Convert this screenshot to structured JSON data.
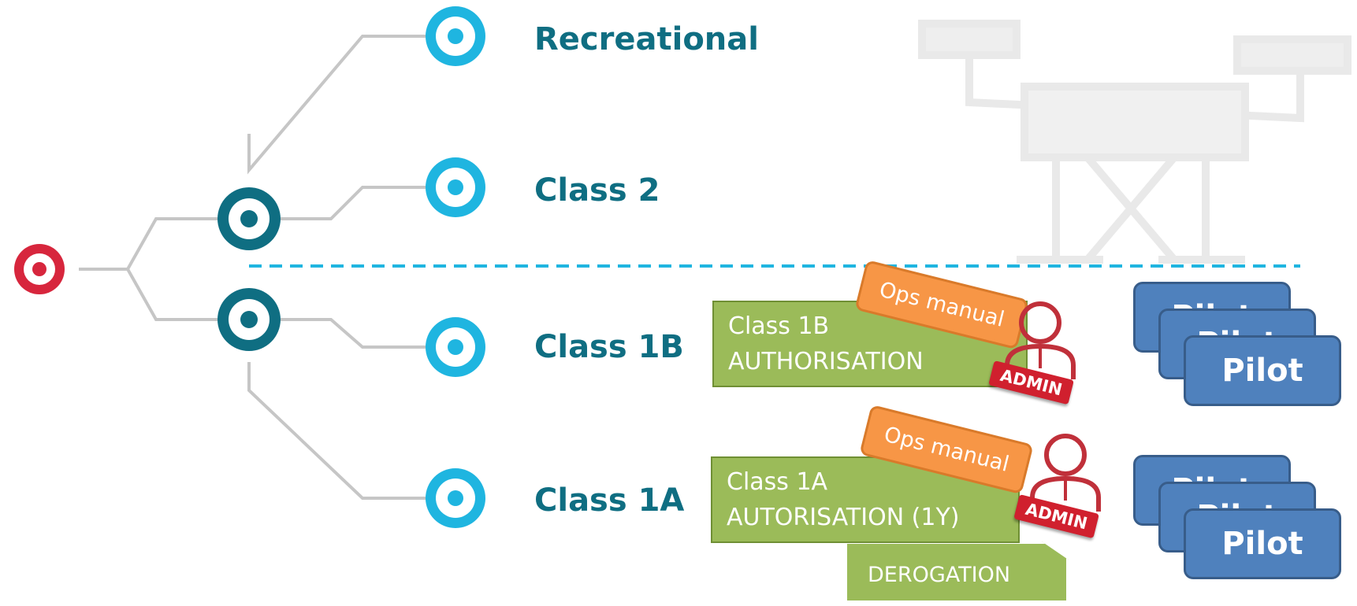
{
  "labels": {
    "recreational": "Recreational",
    "class2": "Class 2",
    "class1b": "Class 1B",
    "class1a": "Class 1A"
  },
  "class1b_box": {
    "line1": "Class 1B",
    "line2": "AUTHORISATION"
  },
  "class1a_box": {
    "line1": "Class 1A",
    "line2": "AUTORISATION (1Y)"
  },
  "ops_manual": "Ops manual",
  "admin": "ADMIN",
  "derogation": "DEROGATION",
  "pilot": "Pilot",
  "colors": {
    "root": "#d7263d",
    "mid": "#0f6e82",
    "leaf": "#1fb5e0",
    "label": "#0f6e82",
    "green": "#9bbb59",
    "orange": "#f79646",
    "blue": "#4f81bd",
    "admin_red": "#d0202e"
  },
  "icons": {
    "root": "target-icon",
    "mid": "target-icon",
    "leaf": "target-icon",
    "admin": "admin-user-icon"
  }
}
